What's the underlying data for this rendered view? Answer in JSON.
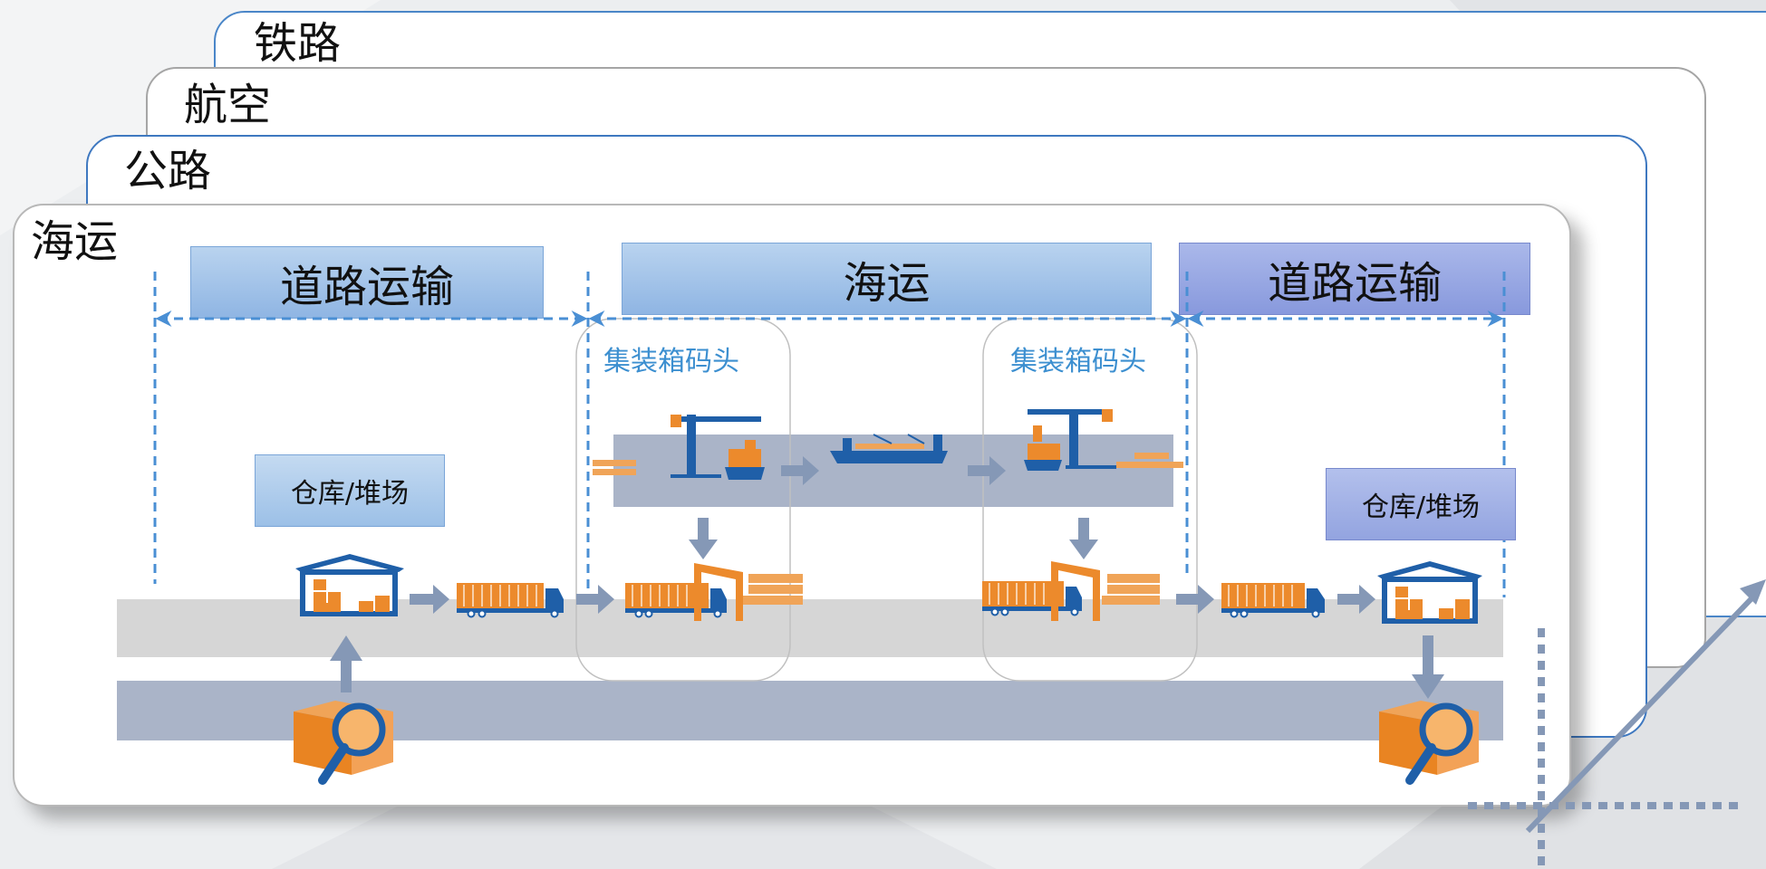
{
  "layers": {
    "rail": "铁路",
    "air": "航空",
    "road": "公路",
    "sea": "海运"
  },
  "segments": {
    "left_road": "道路运输",
    "sea": "海运",
    "right_road": "道路运输"
  },
  "warehouse": {
    "left": "仓库/堆场",
    "right": "仓库/堆场"
  },
  "terminals": {
    "left": "集装箱码头",
    "right": "集装箱码头"
  },
  "colors": {
    "blue_accent": "#1f5fa8",
    "orange": "#ec8a2c",
    "arrow_gray": "#8598b6",
    "dashed_blue": "#4a8fd4",
    "band_light": "#d6d6d6",
    "band_dark": "#aab4c8"
  }
}
